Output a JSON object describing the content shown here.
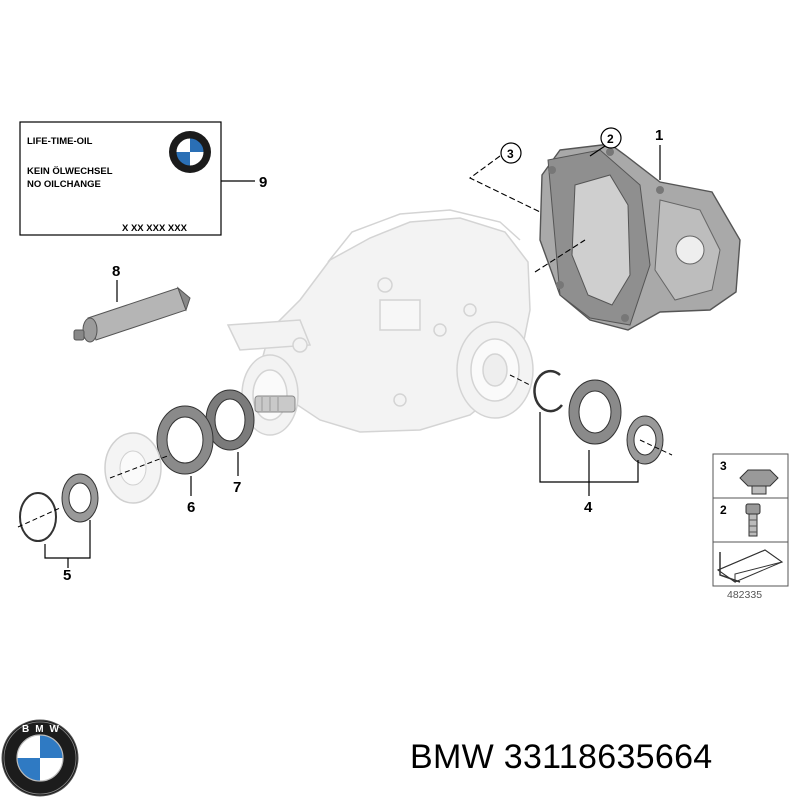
{
  "sign": {
    "line1": "LIFE-TIME-OIL",
    "line2": "KEIN ÖLWECHSEL",
    "line3": "NO OILCHANGE",
    "code": "X XX XXX XXX"
  },
  "callouts": {
    "c1": "1",
    "c2": "2",
    "c3": "3",
    "c4": "4",
    "c5": "5",
    "c6": "6",
    "c7": "7",
    "c8": "8",
    "c9": "9"
  },
  "legend": {
    "item3": "3",
    "item2": "2"
  },
  "diagram_id": "482335",
  "logo_letters": "BMW",
  "footer": {
    "text": "BMW 33118635664"
  }
}
